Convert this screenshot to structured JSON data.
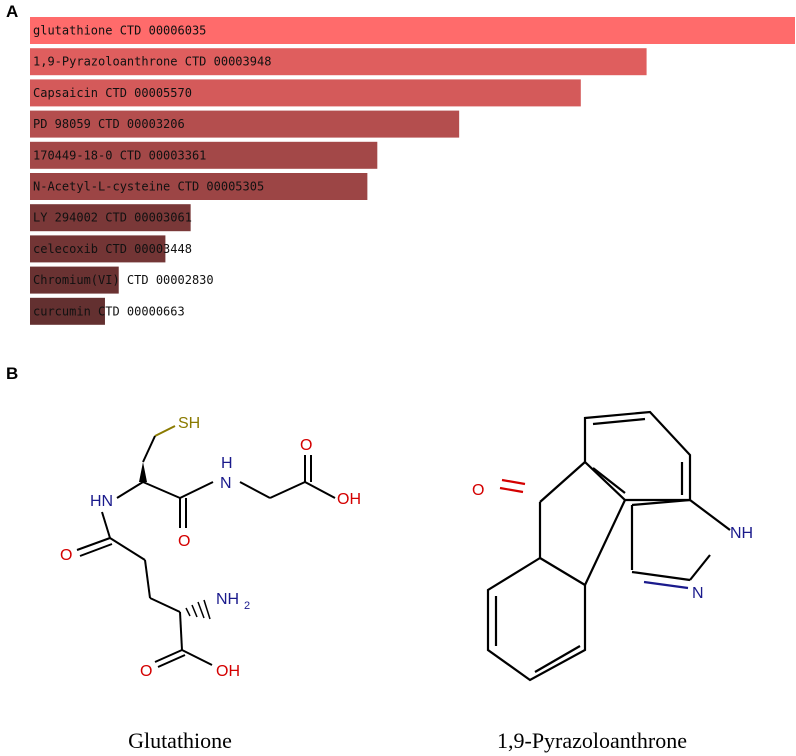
{
  "panels": {
    "a": "A",
    "b": "B"
  },
  "chart_data": {
    "type": "bar",
    "orientation": "horizontal",
    "categories": [
      "glutathione CTD 00006035",
      "1,9-Pyrazoloanthrone CTD 00003948",
      "Capsaicin CTD 00005570",
      "PD 98059 CTD 00003206",
      "170449-18-0 CTD 00003361",
      "N-Acetyl-L-cysteine CTD 00005305",
      "LY 294002 CTD 00003061",
      "celecoxib CTD 00003448",
      "Chromium(VI) CTD 00002830",
      "curcumin CTD 00000663"
    ],
    "values": [
      1.0,
      0.806,
      0.72,
      0.561,
      0.454,
      0.441,
      0.21,
      0.177,
      0.116,
      0.098
    ],
    "colors": [
      "#ff6b6b",
      "#df5e5e",
      "#d45a5a",
      "#b44e4e",
      "#a34848",
      "#9c4545",
      "#7a3838",
      "#733535",
      "#6a3232",
      "#633030"
    ],
    "xlabel": "",
    "ylabel": "",
    "grid": false,
    "legend": "none"
  },
  "molecules": {
    "left": {
      "caption": "Glutathione",
      "labels": {
        "sh": "SH",
        "hn": "HN",
        "h": "H",
        "n": "N",
        "o1": "O",
        "o2": "O",
        "o3": "O",
        "o4": "O",
        "oh1": "OH",
        "oh2": "OH",
        "nh": "NH",
        "sub2": "2"
      }
    },
    "right": {
      "caption": "1,9-Pyrazoloanthrone",
      "labels": {
        "o": "O",
        "nh": "NH",
        "n": "N"
      }
    }
  }
}
